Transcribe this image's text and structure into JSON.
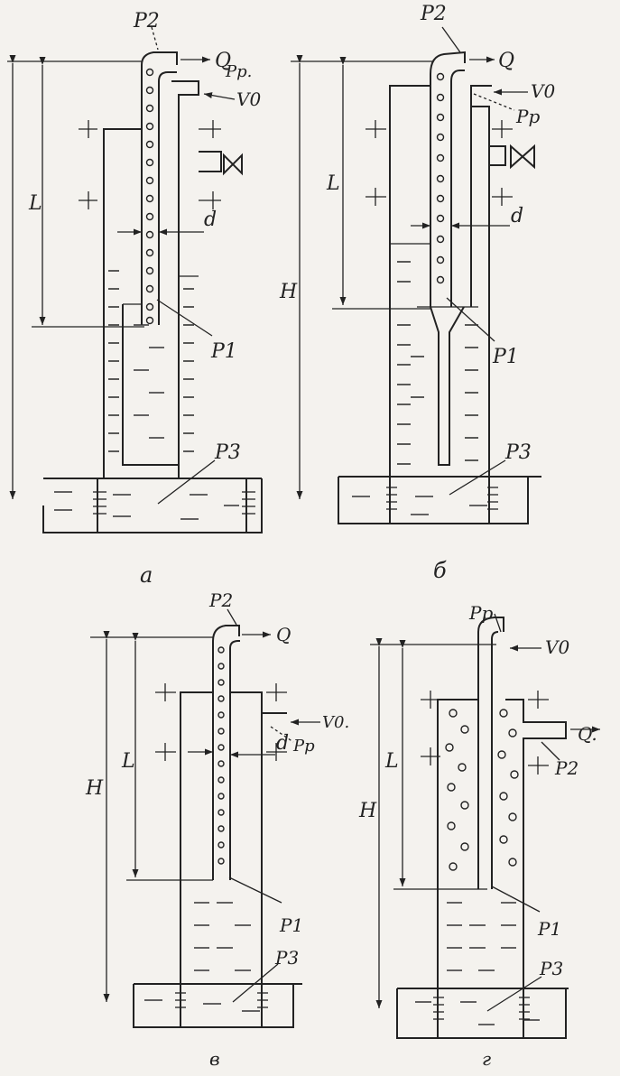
{
  "figures": [
    {
      "id": "a",
      "caption": "а",
      "labels": {
        "p2": "P2",
        "q": "Q",
        "pp": "Pp.",
        "v0": "V0",
        "l": "L",
        "d": "d",
        "p1": "P1",
        "p3": "P3"
      }
    },
    {
      "id": "b",
      "caption": "б",
      "labels": {
        "p2": "P2",
        "q": "Q",
        "v0": "V0",
        "pp": "Pp",
        "l": "L",
        "d": "d",
        "h": "H",
        "p1": "P1",
        "p3": "P3"
      }
    },
    {
      "id": "c",
      "caption": "в",
      "labels": {
        "p2": "P2",
        "q": "Q",
        "v0": "V0.",
        "pp": "Pp",
        "l": "L",
        "d": "d",
        "h": "H",
        "p1": "P1",
        "p3": "P3"
      }
    },
    {
      "id": "d",
      "caption": "г",
      "labels": {
        "pp": "Pp",
        "v0": "V0",
        "q": "Q.",
        "p2": "P2",
        "l": "L",
        "h": "H",
        "p1": "P1",
        "p3": "P3"
      }
    }
  ]
}
